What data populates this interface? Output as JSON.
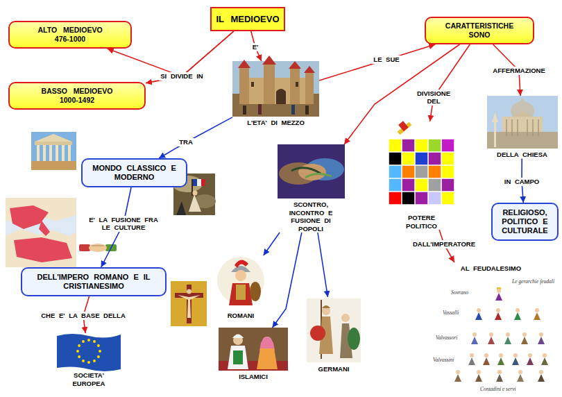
{
  "diagram": {
    "nodes": [
      {
        "text": [
          "IL MEDIOEVO"
        ]
      },
      {
        "text": [
          "ALTO MEDIOEVO",
          "476-1000"
        ]
      },
      {
        "text": [
          "CARATTERISTICHE SONO"
        ]
      },
      {
        "text": [
          "L'ETA' DI MEZZO"
        ]
      },
      {
        "text": [
          "BASSO MEDIOEVO",
          "1000-1492"
        ]
      },
      {
        "text": [
          "MONDO CLASSICO E MODERNO"
        ]
      },
      {
        "text": [
          "SCONTRO, INCONTRO E FUSIONE DI POPOLI"
        ]
      },
      {
        "text": [
          "POTERE POLITICO"
        ]
      },
      {
        "text": [
          "DELLA CHIESA"
        ]
      },
      {
        "text": [
          "RELIGIOSO, POLITICO E CULTURALE"
        ]
      },
      {
        "text": [
          "DELL'IMPERO ROMANO E IL CRISTIANESIMO"
        ]
      },
      {
        "text": [
          "ROMANI"
        ]
      },
      {
        "text": [
          "AL FEUDALESIMO"
        ]
      },
      {
        "text": [
          "ISLAMICI"
        ]
      },
      {
        "text": [
          "GERMANI"
        ]
      },
      {
        "text": [
          "SOCIETA' EUROPEA"
        ]
      }
    ],
    "edges": [
      {
        "from": 0,
        "to": 1,
        "arrow": "to",
        "label": "SI DIVIDE IN"
      },
      {
        "from": 0,
        "to": 4,
        "arrow": "to"
      },
      {
        "from": 0,
        "to": 3,
        "arrow": "to",
        "label": "E'"
      },
      {
        "from": 3,
        "to": 2,
        "arrow": "to",
        "label": "LE SUE"
      },
      {
        "from": 3,
        "to": 5,
        "arrow": "to",
        "label": "TRA"
      },
      {
        "from": 2,
        "to": 6,
        "arrow": "to"
      },
      {
        "from": 2,
        "to": 7,
        "arrow": "to",
        "label": "DIVISIONE DEL"
      },
      {
        "from": 2,
        "to": 8,
        "arrow": "to",
        "label": "AFFERMAZIONE"
      },
      {
        "from": 5,
        "to": 10,
        "arrow": "to",
        "label": "E' LA FUSIONE FRA LE CULTURE"
      },
      {
        "from": 10,
        "to": 15,
        "arrow": "to",
        "label": "CHE E' LA BASE DELLA"
      },
      {
        "from": 6,
        "to": 11,
        "arrow": "to"
      },
      {
        "from": 6,
        "to": 13,
        "arrow": "to"
      },
      {
        "from": 6,
        "to": 14,
        "arrow": "to"
      },
      {
        "from": 7,
        "to": 12,
        "arrow": "to",
        "label": "DALL'IMPERATORE"
      },
      {
        "from": 8,
        "to": 9,
        "arrow": "to",
        "label": "IN CAMPO"
      }
    ],
    "labels": [
      "Le gerarchie feudali",
      "Sovrano",
      "Vassalli",
      "Valvassori",
      "Valvassini",
      "Contadini e servi"
    ]
  }
}
